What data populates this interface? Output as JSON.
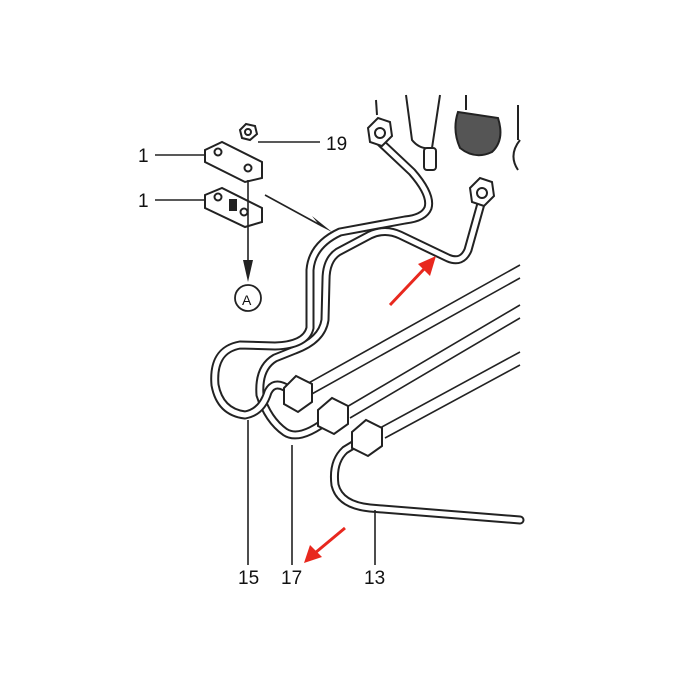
{
  "labels": {
    "bracket_upper": "1",
    "nut": "19",
    "bracket_lower": "1",
    "view_ref": "A",
    "pipe_15": "15",
    "pipe_17": "17",
    "pipe_13": "13"
  },
  "colors": {
    "arrow": "#e8281e",
    "line": "#222222"
  }
}
